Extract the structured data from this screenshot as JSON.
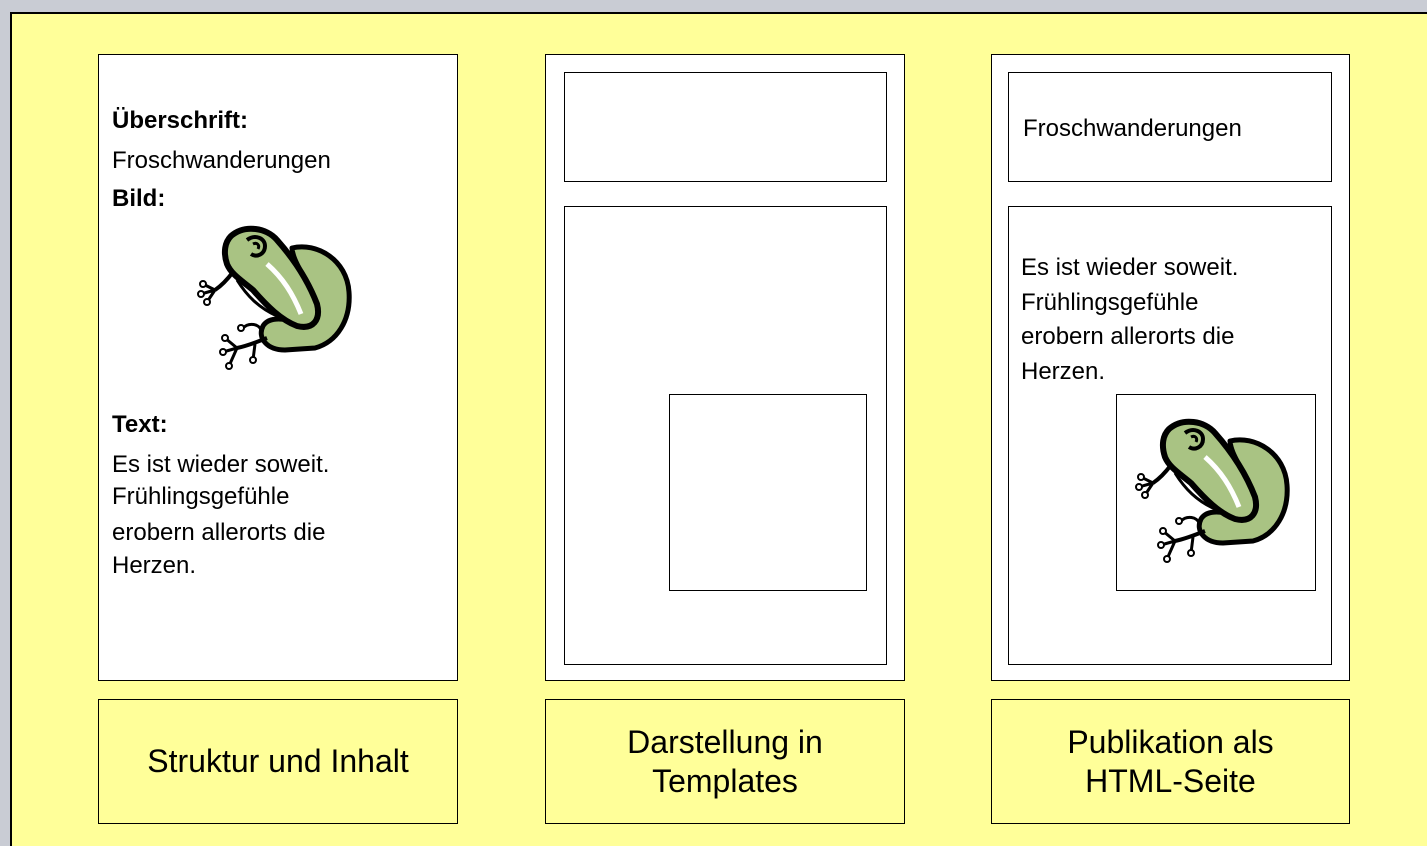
{
  "structure": {
    "heading_label": "Überschrift:",
    "heading_value": "Froschwanderungen",
    "image_label": "Bild:",
    "text_label": "Text:",
    "text_lines": [
      "Es ist wieder  soweit.",
      "Frühlingsgefühle",
      "erobern allerorts die",
      "Herzen."
    ],
    "caption": "Struktur und Inhalt"
  },
  "template": {
    "caption_line1": "Darstellung in",
    "caption_line2": "Templates"
  },
  "publication": {
    "heading": "Froschwanderungen",
    "text_lines": [
      "Es ist wieder soweit.",
      "Frühlingsgefühle",
      "erobern allerorts die",
      "Herzen."
    ],
    "caption_line1": "Publikation als",
    "caption_line2": "HTML-Seite"
  },
  "colors": {
    "background": "#ffff99",
    "frog_fill": "#a9c383",
    "frog_outline": "#000000"
  },
  "icons": [
    "frog-icon"
  ]
}
